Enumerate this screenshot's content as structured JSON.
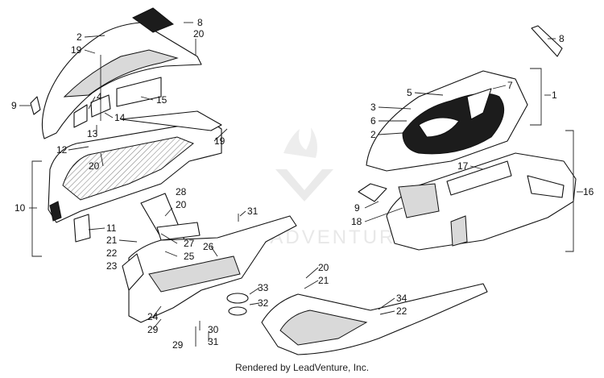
{
  "diagram": {
    "callouts": {
      "c8a": "8",
      "c20a": "20",
      "c2a": "2",
      "c19a": "19",
      "c9a": "9",
      "c4": "4",
      "c15": "15",
      "c14": "14",
      "c13": "13",
      "c12": "12",
      "c20b": "20",
      "c19b": "19",
      "c10": "10",
      "c28": "28",
      "c20c": "20",
      "c31a": "31",
      "c11": "11",
      "c21a": "21",
      "c22a": "22",
      "c23": "23",
      "c27": "27",
      "c25": "25",
      "c26": "26",
      "c33": "33",
      "c32": "32",
      "c24": "24",
      "c29a": "29",
      "c30": "30",
      "c29b": "29",
      "c31b": "31",
      "c20d": "20",
      "c21b": "21",
      "c34": "34",
      "c22b": "22",
      "c8b": "8",
      "c5": "5",
      "c7": "7",
      "c1": "1",
      "c3": "3",
      "c6": "6",
      "c2b": "2",
      "c17": "17",
      "c16": "16",
      "c9b": "9",
      "c18": "18"
    },
    "watermark": "LEADVENTURE",
    "footer_text": "Rendered by LeadVenture, Inc."
  }
}
